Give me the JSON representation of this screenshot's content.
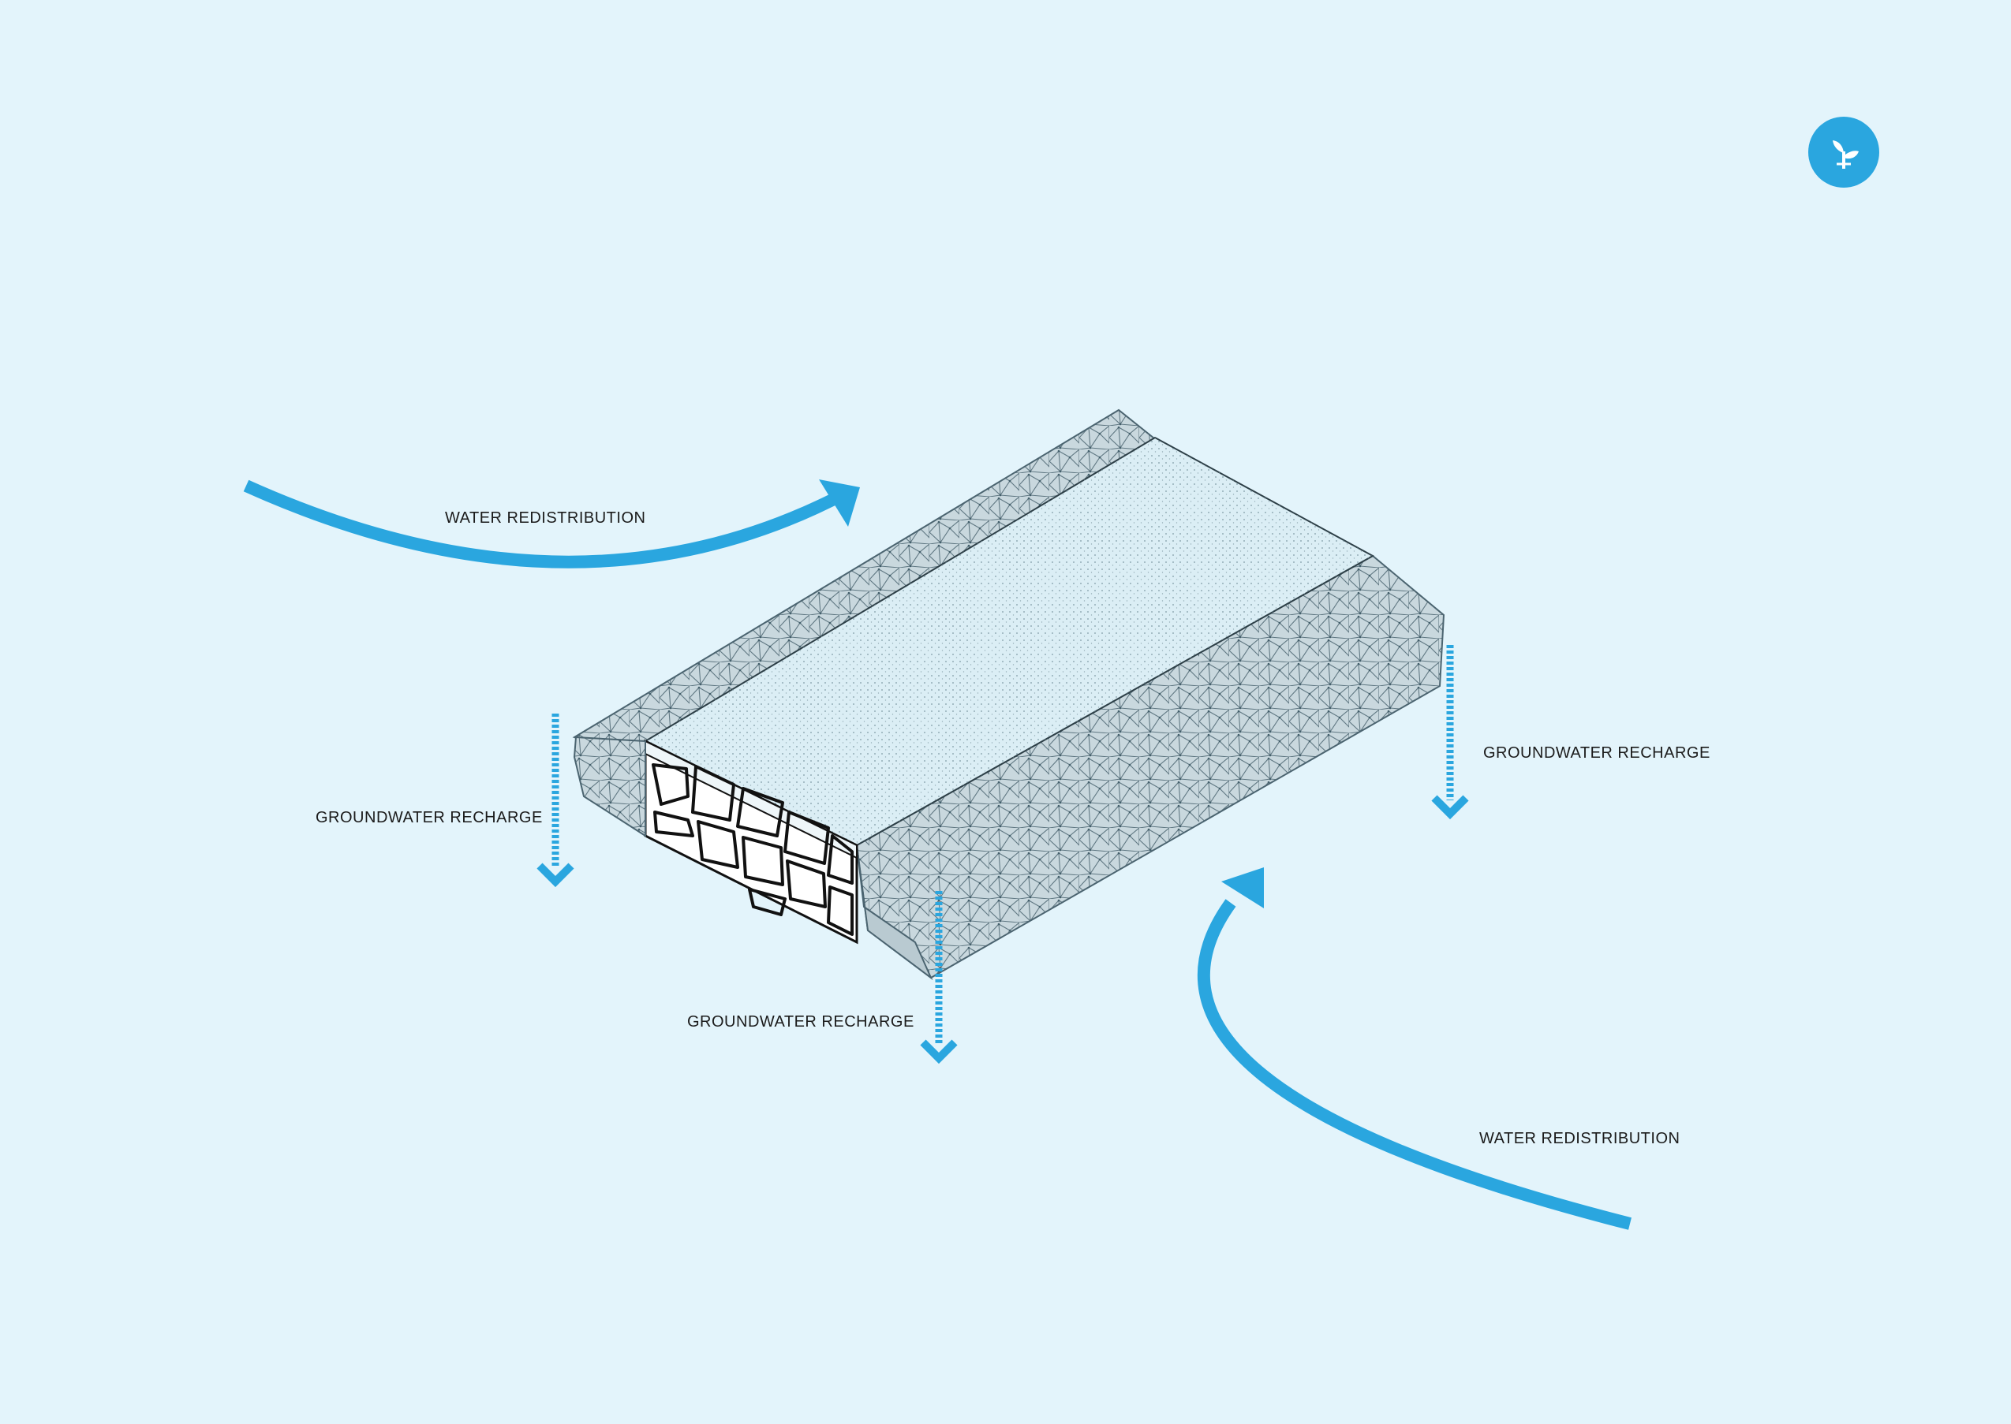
{
  "colors": {
    "background": "#e3f4fb",
    "accent": "#2aa6df",
    "ink": "#1b1b1b",
    "surface": "#d9ecf3",
    "stone": "#cfdde3"
  },
  "badge": {
    "icon": "sprout-icon"
  },
  "labels": {
    "redistribution_top": "WATER REDISTRIBUTION",
    "redistribution_bottom": "WATER REDISTRIBUTION",
    "recharge_left": "GROUNDWATER RECHARGE",
    "recharge_center": "GROUNDWATER RECHARGE",
    "recharge_right": "GROUNDWATER RECHARGE"
  }
}
